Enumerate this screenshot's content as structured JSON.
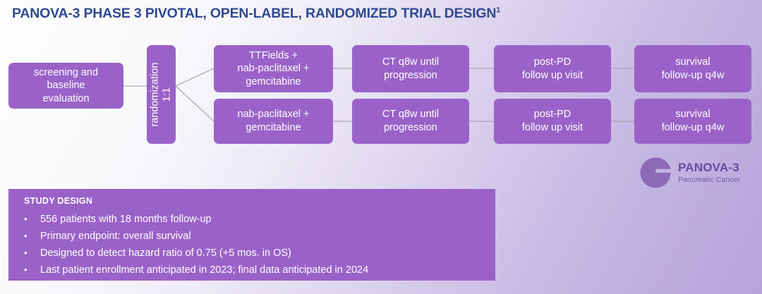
{
  "slide": {
    "title_main": "PANOVA-3 PHASE 3 PIVOTAL, OPEN-LABEL, RANDOMIZED TRIAL DESIGN",
    "title_superscript": "1",
    "title_color": "#2e4a91",
    "accent_purple": "#9a62c8",
    "background_light": "#fdfdfb",
    "background_dark": "#b6a4db"
  },
  "flow": {
    "screening": "screening and\nbaseline\nevaluation",
    "screening_lines": [
      "screening and",
      "baseline",
      "evaluation"
    ],
    "randomization_lines": [
      "randomization",
      "1:1"
    ],
    "arms": [
      {
        "name": "arm-a",
        "treatment_lines": [
          "TTFields +",
          "nab-paclitaxel +",
          "gemcitabine"
        ],
        "imaging_lines": [
          "CT q8w until",
          "progression"
        ],
        "postpd_lines": [
          "post-PD",
          "follow up visit"
        ],
        "followup_lines": [
          "survival",
          "follow-up q4w"
        ]
      },
      {
        "name": "arm-b",
        "treatment_lines": [
          "nab-paclitaxel +",
          "gemcitabine"
        ],
        "imaging_lines": [
          "CT q8w until",
          "progression"
        ],
        "postpd_lines": [
          "post-PD",
          "follow up visit"
        ],
        "followup_lines": [
          "survival",
          "follow-up q4w"
        ]
      }
    ]
  },
  "logo": {
    "title": "PANOVA-3",
    "subtitle": "Pancreatic Cancer",
    "mark_color": "#8c6ab5",
    "title_color": "#6a4a9c"
  },
  "study_design": {
    "heading": "STUDY DESIGN",
    "bullet_glyph": "•",
    "bullets": [
      "556 patients with 18 months follow-up",
      "Primary endpoint: overall survival",
      "Designed to detect hazard ratio of 0.75 (+5 mos. in OS)",
      "Last patient enrollment anticipated in 2023; final data anticipated in 2024"
    ]
  }
}
